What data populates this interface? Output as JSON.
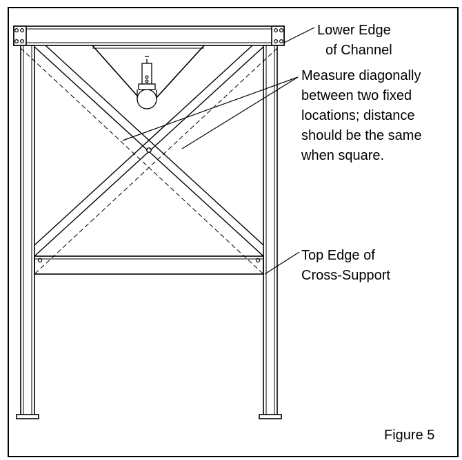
{
  "callouts": {
    "lower_edge": [
      "Lower Edge",
      "of Channel"
    ],
    "measure": [
      "Measure diagonally",
      "between two fixed",
      "locations; distance",
      "should be the same",
      "when square."
    ],
    "top_edge": [
      "Top Edge of",
      "Cross-Support"
    ]
  },
  "figure_label": "Figure 5",
  "colors": {
    "line": "#000000",
    "background": "#ffffff"
  }
}
